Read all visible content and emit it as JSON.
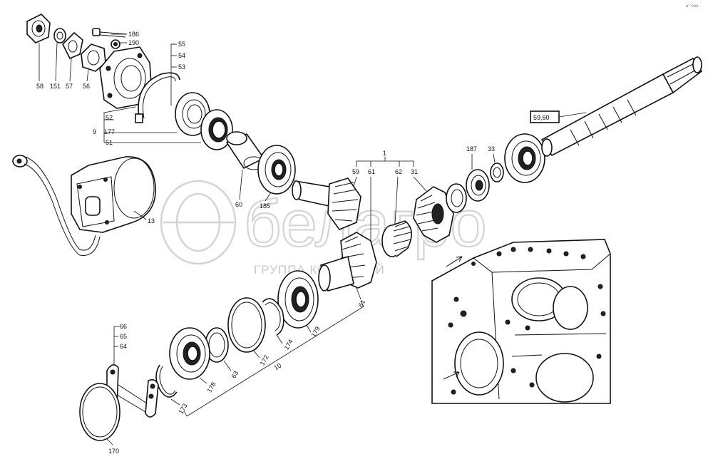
{
  "watermark": {
    "brand": "белагро",
    "subtitle": "ГРУППА КОМПАНИЙ"
  },
  "corner_mark": "a° ooo",
  "labels": {
    "p58": "58",
    "p151": "151",
    "p57": "57",
    "p56": "56",
    "p186": "186",
    "p190": "190",
    "p55": "55",
    "p54": "54",
    "p53": "53",
    "p52": "52",
    "p9": "9",
    "p177": "177",
    "p51": "51",
    "p13": "13",
    "p60": "60",
    "p185": "185",
    "p1": "1",
    "p59": "59",
    "p61": "61",
    "p62": "62",
    "p31": "31",
    "p187": "187",
    "p33": "33",
    "p5960": "59,60",
    "p179": "179",
    "p174": "174",
    "p172": "172",
    "p10": "10",
    "p63": "63",
    "p178": "178",
    "p173": "173",
    "p66": "66",
    "p65": "65",
    "p64": "64",
    "p170": "170",
    "p61b": "61"
  }
}
